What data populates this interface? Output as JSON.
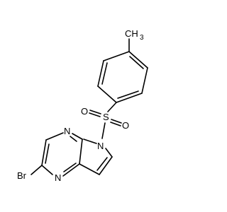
{
  "structure": {
    "atoms": {
      "methyl_c": "CH",
      "methyl_sub": "3",
      "sulfur": "S",
      "oxygen_left": "O",
      "oxygen_right": "O",
      "nitrogen_pyrrole": "N",
      "nitrogen_top": "N",
      "nitrogen_bottom": "N",
      "bromine": "Br"
    }
  }
}
